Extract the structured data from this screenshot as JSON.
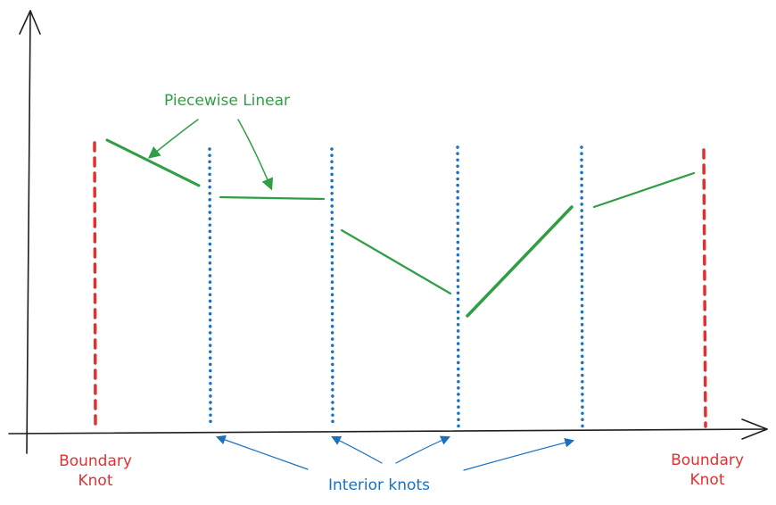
{
  "labels": {
    "piecewise": "Piecewise Linear",
    "boundary_left_line1": "Boundary",
    "boundary_left_line2": "Knot",
    "boundary_right_line1": "Boundary",
    "boundary_right_line2": "Knot",
    "interior": "Interior knots"
  },
  "colors": {
    "axis": "#1e1e1e",
    "boundary": "#e03131",
    "interior": "#1971c2",
    "segments": "#2f9e44"
  }
}
